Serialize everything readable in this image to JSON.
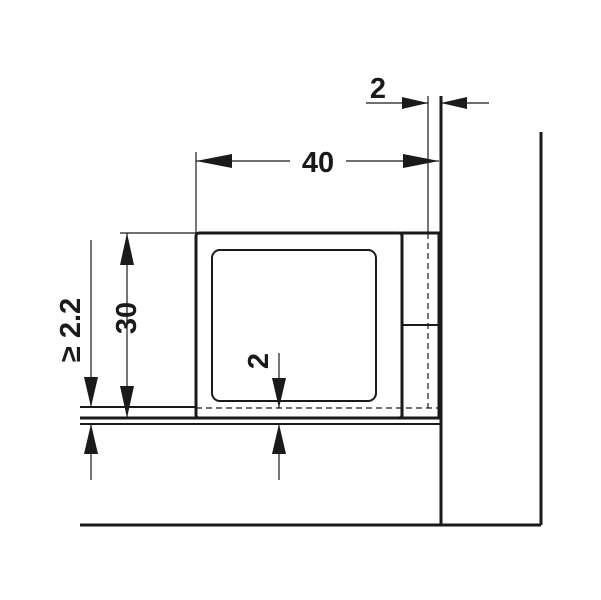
{
  "dimensions": {
    "gap_top": "2",
    "width": "40",
    "height": "30",
    "min_clearance": "≥ 2.2",
    "inner_gap": "2"
  },
  "colors": {
    "line": "#1a1a1a",
    "background": "#ffffff"
  }
}
